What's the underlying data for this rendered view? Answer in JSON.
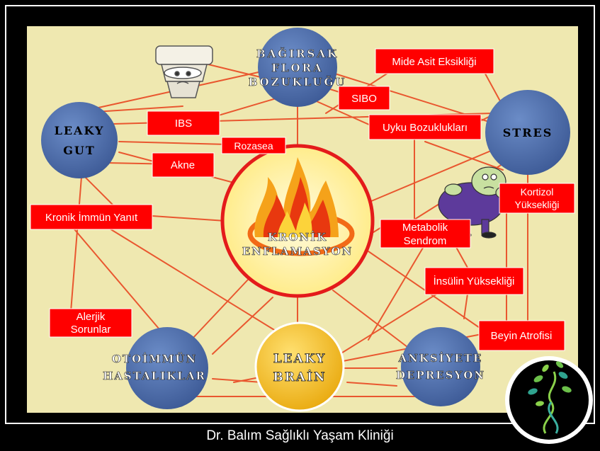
{
  "colors": {
    "frame": "#000000",
    "panel": "#efe8b0",
    "line": "#e9572f",
    "node_blue": "#4a6aa8",
    "node_gold": "#f6c21b",
    "center_fill": "#fff3a8",
    "center_ring": "#e41b1b",
    "box_fill": "#ff0000",
    "box_text": "#ffffff"
  },
  "nodes": {
    "bagirsak": [
      "BAĞIRSAK",
      "FLORA",
      "BOZUKLUĞU"
    ],
    "leaky_gut": [
      "LEAKY",
      "GUT"
    ],
    "stres": [
      "STRES"
    ],
    "otoimmun": [
      "OTOİMMÜN",
      "HASTALIKLAR"
    ],
    "leaky_brain": [
      "LEAKY",
      "BRAİN"
    ],
    "anksiyete": [
      "ANKSİYETE",
      "DEPRESYON"
    ],
    "center": [
      "KRONİK",
      "ENFLAMASYON"
    ]
  },
  "boxes": {
    "mide": [
      "Mide Asit Eksikliği"
    ],
    "sibo": [
      "SIBO"
    ],
    "ibs": [
      "IBS"
    ],
    "uyku": [
      "Uyku Bozuklukları"
    ],
    "rozasea": [
      "Rozasea"
    ],
    "akne": [
      "Akne"
    ],
    "kortizol": [
      "Kortizol",
      "Yüksekliği"
    ],
    "kronik_immun": [
      "Kronik İmmün Yanıt"
    ],
    "metabolik": [
      "Metabolik",
      "Sendrom"
    ],
    "insulin": [
      "İnsülin Yüksekliği"
    ],
    "alerjik": [
      "Alerjik",
      "Sorunlar"
    ],
    "beyin": [
      "Beyin Atrofisi"
    ]
  },
  "footer": {
    "text": "Dr. Balım Sağlıklı Yaşam Kliniği"
  }
}
